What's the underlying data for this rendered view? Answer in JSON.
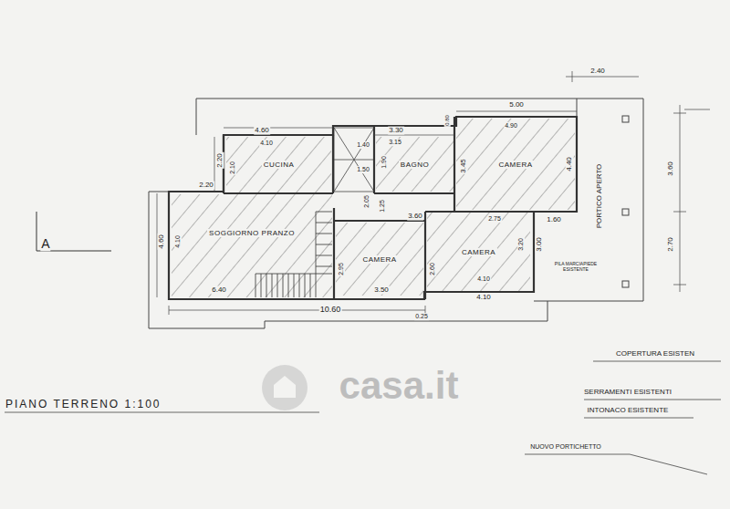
{
  "diagram": {
    "title": "PIANO TERRENO 1:100",
    "nodes": [
      {
        "text": [
          "CUCINA"
        ]
      },
      {
        "text": [
          "BAGNO"
        ]
      },
      {
        "text": [
          "CAMERA"
        ]
      },
      {
        "text": [
          "SOGGIORNO PRANZO"
        ]
      },
      {
        "text": [
          "CAMERA"
        ]
      },
      {
        "text": [
          "CAMERA"
        ]
      }
    ],
    "labels": [
      "2.40",
      "4.60",
      "4.10",
      "3.30",
      "3.15",
      "5.00",
      "4.90",
      "2.20",
      "2.10",
      "2.20",
      "1.40",
      "1.50",
      "1.90",
      "3.45",
      "4.40",
      "2.05",
      "1.25",
      "3.60",
      "2.75",
      "1.60",
      "3.20",
      "3.00",
      "4.60",
      "4.10",
      "2.95",
      "2.60",
      "6.40",
      "3.50",
      "4.10",
      "4.10",
      "10.60",
      "0.25",
      "3.60",
      "2.70",
      "PORTICO APERTO",
      "PILA MARCIAPIEDE ESISTENTE",
      "A",
      "COPERTURA ESISTEN",
      "SERRAMENTI ESISTENTI",
      "INTONACO ESISTENTE",
      "NUOVO PORTICHETTO",
      "casa.it",
      "0.80"
    ]
  }
}
